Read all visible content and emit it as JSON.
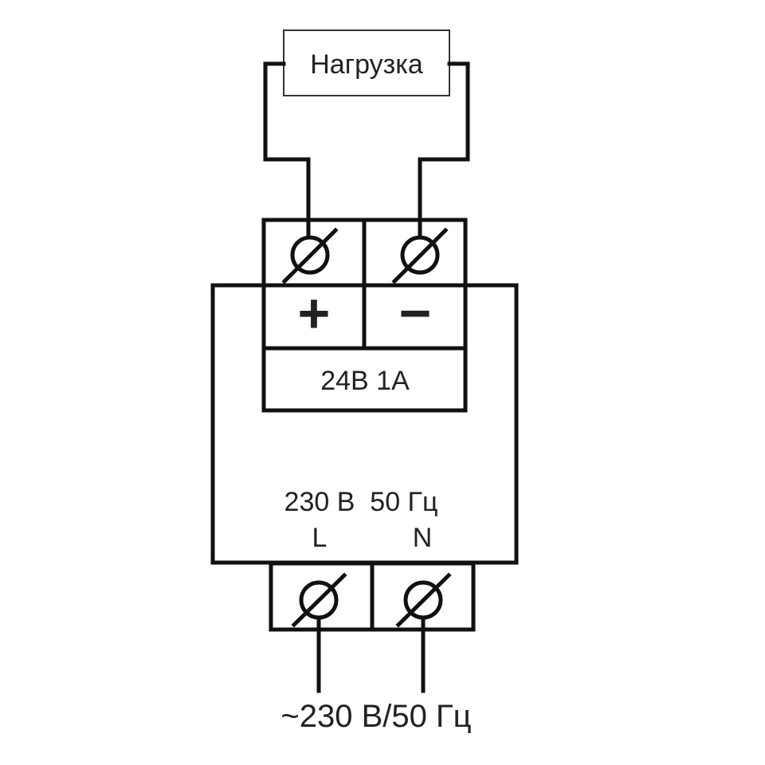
{
  "load_label": "Нагрузка",
  "output": {
    "plus": "+",
    "minus": "−",
    "rating": "24В 1А"
  },
  "input": {
    "rating": "230 В  50 Гц",
    "terminal_l": "L",
    "terminal_n": "N",
    "supply": "~230 В/50 Гц"
  }
}
